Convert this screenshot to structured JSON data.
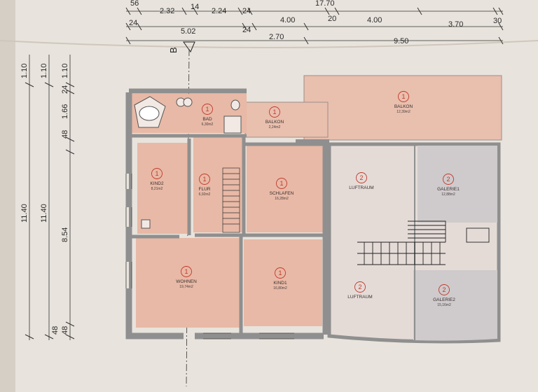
{
  "dims_top_row1": [
    "56",
    "2.32",
    "14",
    "2.24",
    "24",
    "4.00",
    "20",
    "4.00",
    "3.70",
    "30"
  ],
  "dims_top_total": "17.70",
  "dims_top_row2": [
    "24",
    "5.02",
    "24",
    "2.70",
    "9.50"
  ],
  "dims_left": [
    "1.10",
    "1.10",
    "1.10",
    "24",
    "1.66",
    "48",
    "11.40",
    "11.40",
    "8.54",
    "48",
    "48"
  ],
  "section_marker": "B",
  "rooms": [
    {
      "id": "bad",
      "num": "1",
      "name": "BAD",
      "area": "6,30m2"
    },
    {
      "id": "balkon-small",
      "num": "1",
      "name": "BALKON",
      "area": "2,24m2"
    },
    {
      "id": "balkon-large",
      "num": "1",
      "name": "BALKON",
      "area": "12,39m2"
    },
    {
      "id": "kind2",
      "num": "1",
      "name": "KIND2",
      "area": "8,21m2"
    },
    {
      "id": "flur",
      "num": "1",
      "name": "FLUR",
      "area": "6,92m2"
    },
    {
      "id": "schlafen",
      "num": "1",
      "name": "SCHLAFEN",
      "area": "16,28m2"
    },
    {
      "id": "luftraum-top",
      "num": "2",
      "name": "LUFTRAUM",
      "area": ""
    },
    {
      "id": "galerie1",
      "num": "2",
      "name": "GALERIE1",
      "area": "12,88m2"
    },
    {
      "id": "wohnen",
      "num": "1",
      "name": "WOHNEN",
      "area": "19,74m2"
    },
    {
      "id": "kind1",
      "num": "1",
      "name": "KIND1",
      "area": "16,80m2"
    },
    {
      "id": "luftraum-bottom",
      "num": "2",
      "name": "LUFTRAUM",
      "area": ""
    },
    {
      "id": "galerie2",
      "num": "2",
      "name": "GALERIE2",
      "area": "15,16m2"
    }
  ],
  "colors": {
    "paper": "#e8e3dc",
    "room_fill": "#e8b9a6",
    "wall": "#8f8f8f",
    "luftraum": "#e4dbd7",
    "galerie": "#cfcacc",
    "balkon": "#e9bfae",
    "accent_red": "#c0392b"
  }
}
